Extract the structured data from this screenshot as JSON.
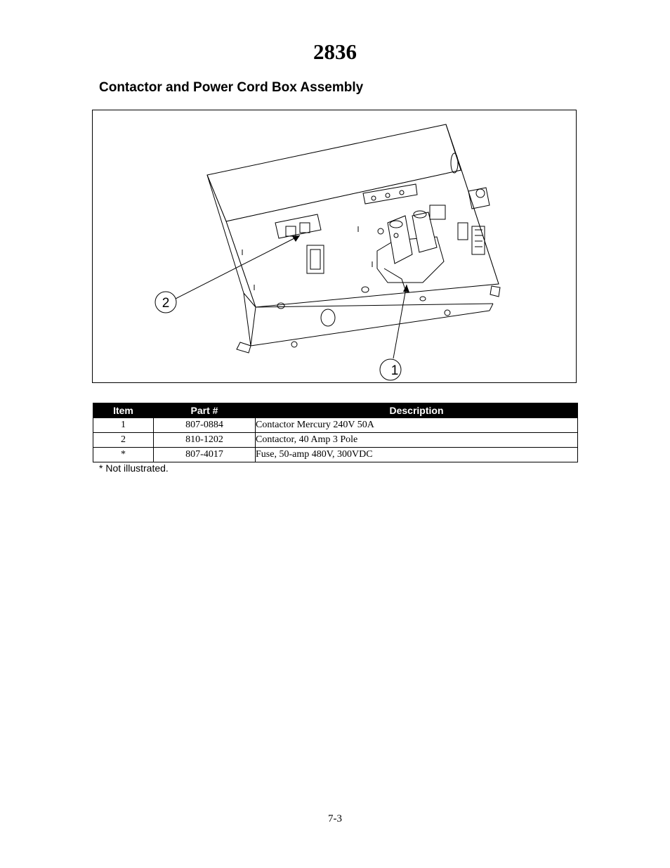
{
  "page": {
    "model_number": "2836",
    "section_title": "Contactor and Power Cord Box Assembly",
    "page_number": "7-3"
  },
  "figure": {
    "callouts": [
      "1",
      "2"
    ]
  },
  "parts_table": {
    "headers": {
      "item": "Item",
      "part": "Part #",
      "description": "Description"
    },
    "rows": [
      {
        "item": "1",
        "part": "807-0884",
        "description": "Contactor Mercury 240V 50A"
      },
      {
        "item": "2",
        "part": "810-1202",
        "description": "Contactor, 40 Amp 3 Pole"
      },
      {
        "item": "*",
        "part": "807-4017",
        "description": "Fuse, 50-amp 480V, 300VDC"
      }
    ],
    "footnote": "* Not illustrated."
  }
}
